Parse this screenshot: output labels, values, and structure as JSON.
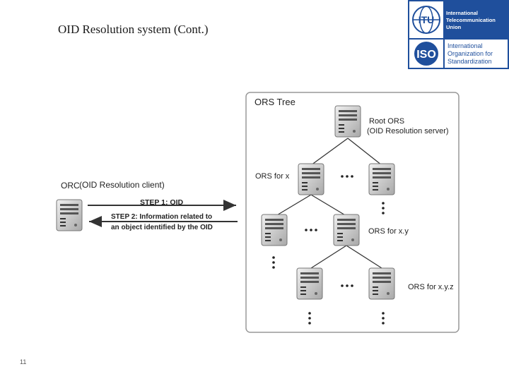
{
  "slide": {
    "title": "OID Resolution system (Cont.)",
    "page_number": "11"
  },
  "logo": {
    "itu": {
      "abbr": "ITU",
      "line1": "International",
      "line2": "Telecommunication",
      "line3": "Union"
    },
    "iso": {
      "abbr": "ISO",
      "line1": "International",
      "line2": "Organization for",
      "line3": "Standardization"
    }
  },
  "diagram": {
    "tree_title": "ORS Tree",
    "root_label": "Root ORS",
    "root_sublabel": "(OID Resolution server)",
    "orc_label": "ORC",
    "orc_sublabel": "(OID Resolution client)",
    "step1": "STEP 1: OID",
    "step2_line1": "STEP 2: Information related to",
    "step2_line2": "an object identified by the OID",
    "ors_x": "ORS for x",
    "ors_xy": "ORS for x.y",
    "ors_xyz": "ORS for x.y.z",
    "colors": {
      "server_body": "#d9d9d9",
      "panel_border": "#999999",
      "arrow": "#333333"
    }
  }
}
